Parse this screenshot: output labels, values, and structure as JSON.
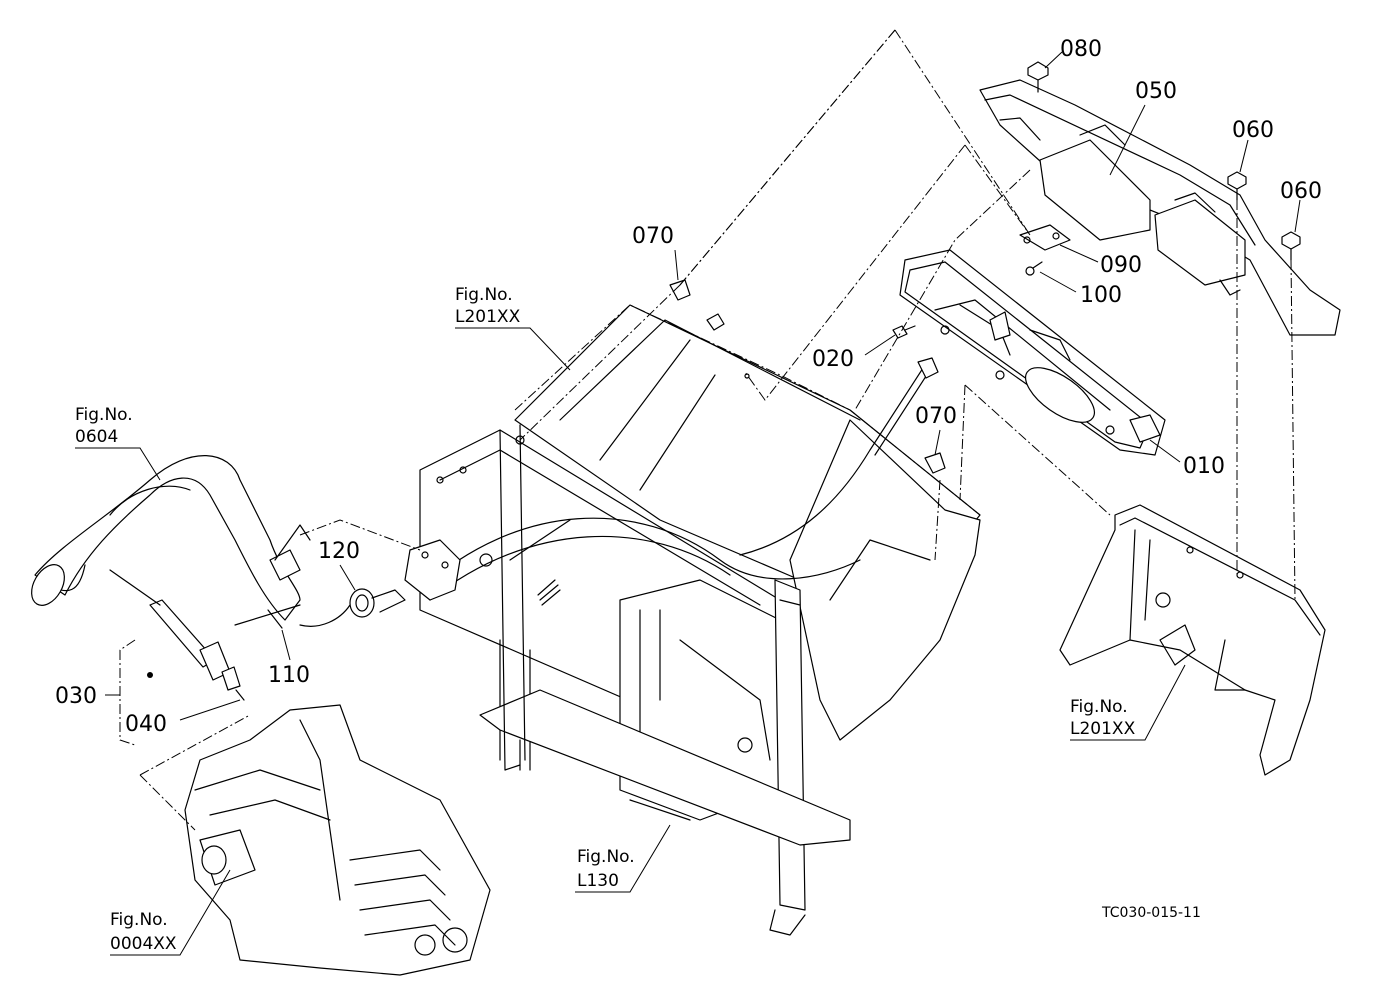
{
  "parts": {
    "p010": "010",
    "p020": "020",
    "p030": "030",
    "p040": "040",
    "p050": "050",
    "p060a": "060",
    "p060b": "060",
    "p070a": "070",
    "p070b": "070",
    "p080": "080",
    "p090": "090",
    "p100": "100",
    "p110": "110",
    "p120": "120"
  },
  "figrefs": {
    "fig_prefix": "Fig.No.",
    "l201_top": "L201XX",
    "f0604": "0604",
    "l201_right": "L201XX",
    "l130": "L130",
    "f0004": "0004XX"
  },
  "drawing_code": "TC030-015-11"
}
